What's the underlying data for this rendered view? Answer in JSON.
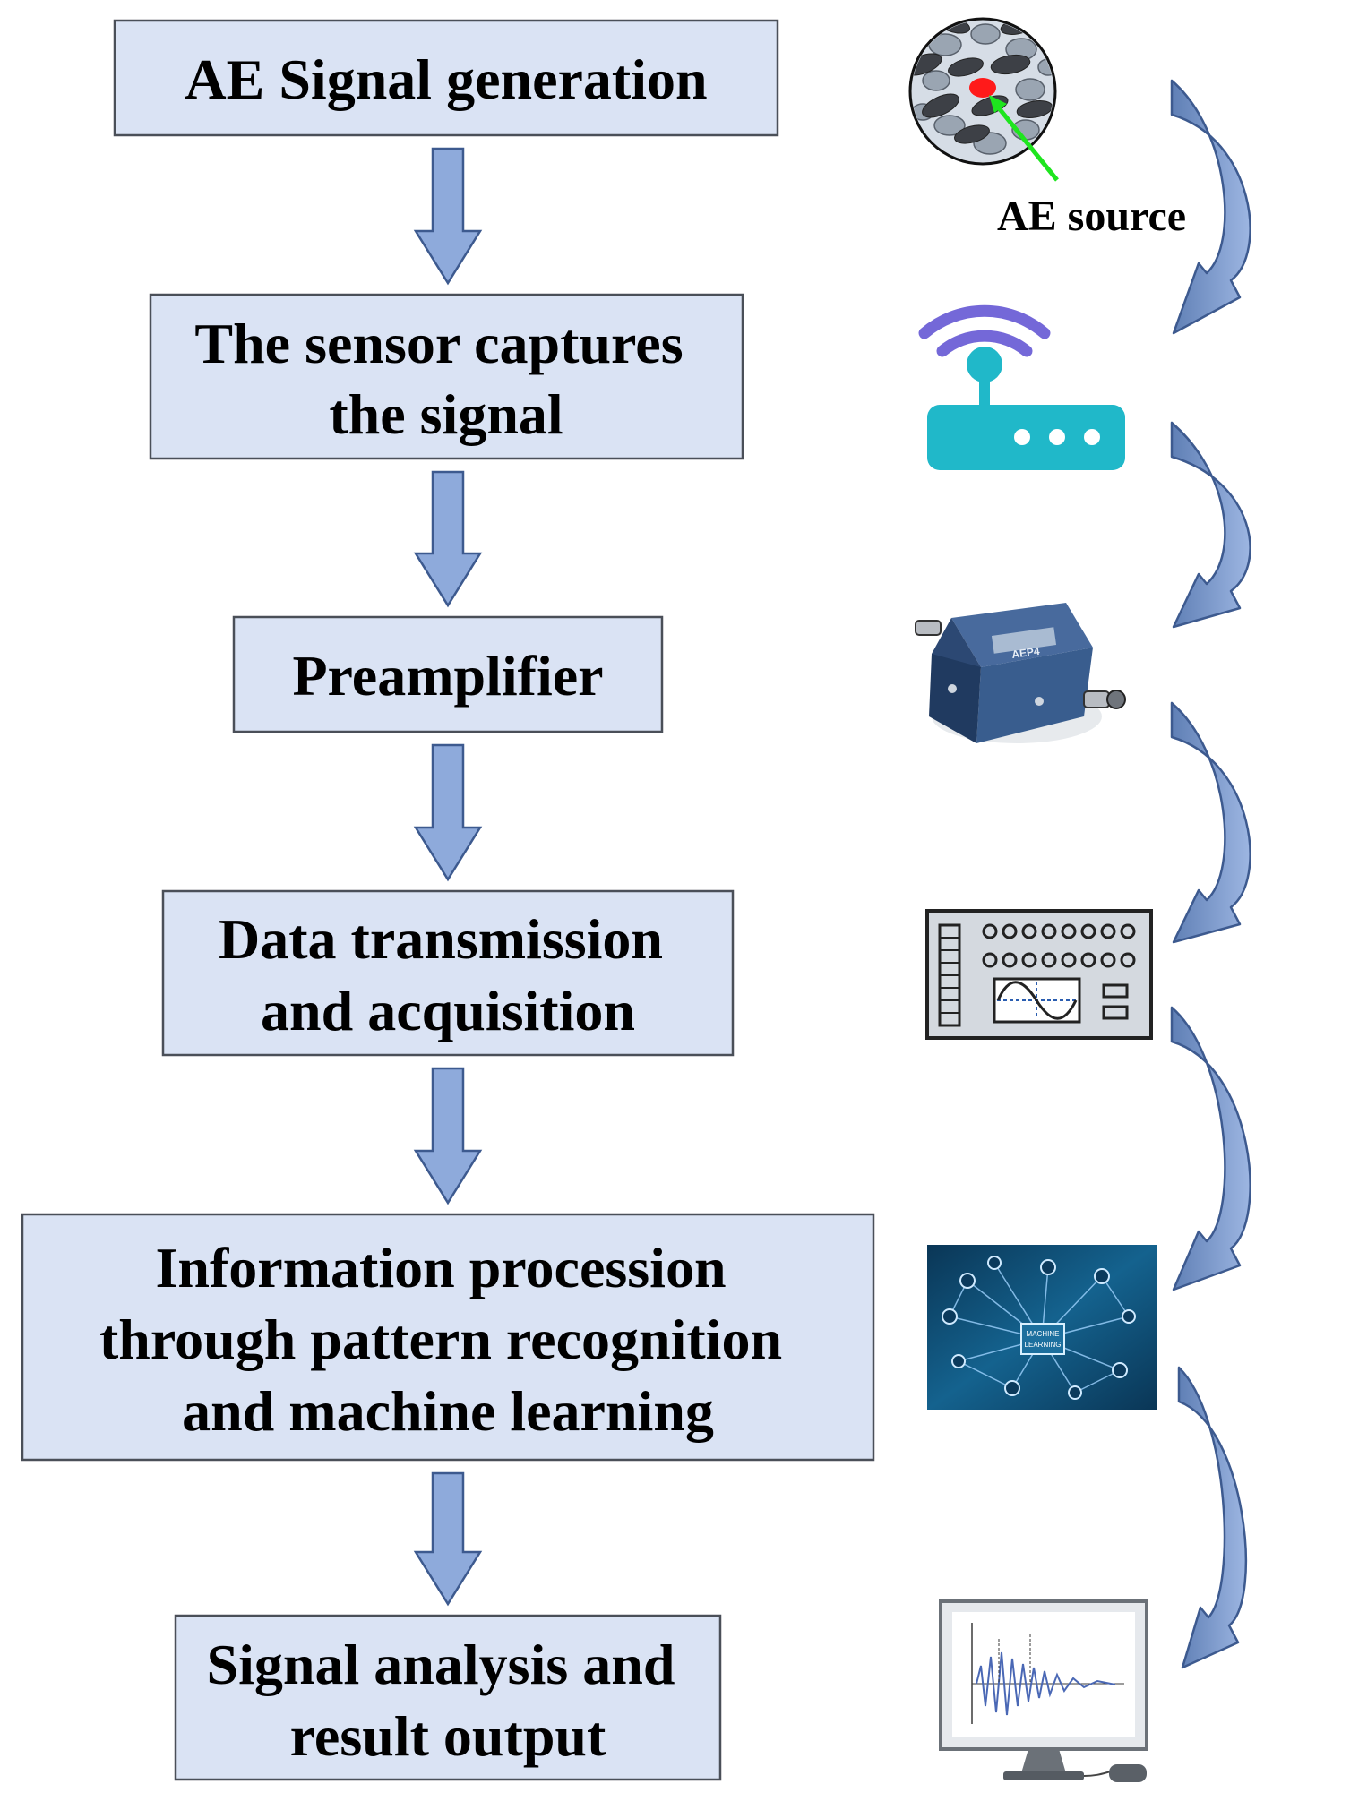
{
  "steps": [
    {
      "lines": [
        "AE Signal generation"
      ]
    },
    {
      "lines": [
        "The sensor captures",
        "the signal"
      ]
    },
    {
      "lines": [
        "Preamplifier"
      ]
    },
    {
      "lines": [
        "Data transmission",
        "and acquisition"
      ]
    },
    {
      "lines": [
        "Information procession",
        "through pattern recognition",
        "and machine learning"
      ]
    },
    {
      "lines": [
        "Signal analysis and",
        "result output"
      ]
    }
  ],
  "labels": {
    "ae_source": "AE source",
    "preamp_model": "AEP4",
    "ml_panel": [
      "MACHINE",
      "LEARNING"
    ]
  },
  "icons": [
    "ae-source-icon",
    "wifi-router-icon",
    "preamplifier-device-icon",
    "acquisition-panel-icon",
    "machine-learning-network-icon",
    "monitor-waveform-icon"
  ],
  "colors": {
    "box_fill": "#dae3f4",
    "box_stroke": "#4a4f58",
    "arrow_fill": "#8eaadb",
    "arrow_stroke": "#3d5a8f",
    "router": "#20b8c9",
    "wifi": "#7468d8",
    "ae_point": "#ff1a1a",
    "pointer": "#1ee51e",
    "ml_bg": "#0e4c72"
  }
}
